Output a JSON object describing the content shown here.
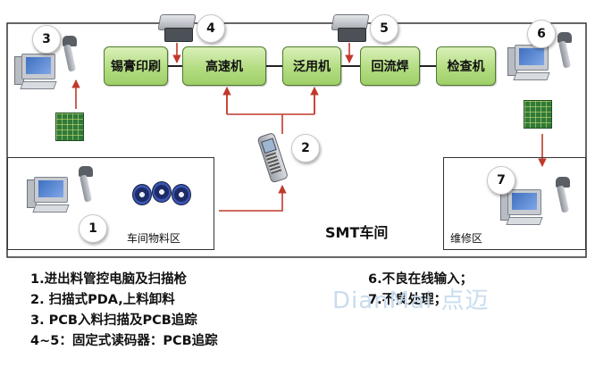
{
  "steps": {
    "s1": "锡膏印刷",
    "s2": "高速机",
    "s3": "泛用机",
    "s4": "回流焊",
    "s5": "检查机"
  },
  "markers": [
    "1",
    "2",
    "3",
    "4",
    "5",
    "6",
    "7"
  ],
  "areas": {
    "warehouse": "车间物料区",
    "workshop": "SMT车间",
    "repair": "维修区"
  },
  "legend": {
    "l1": "1.进出料管控电脑及扫描枪",
    "l2": "2. 扫描式PDA,上料卸料",
    "l3": "3. PCB入料扫描及PCB追踪",
    "l4": "4~5：固定式读码器：PCB追踪",
    "l6": "6.不良在线输入；",
    "l7": "7.不良处理；"
  },
  "watermark": "DianMai 点迈",
  "colors": {
    "arrow": "#c0392b",
    "step_fill": "#b4dd82",
    "frame": "#333333"
  },
  "icons": [
    "pc-icon",
    "barcode-scanner-icon",
    "pcb-board-icon",
    "fixed-reader-icon",
    "pda-icon",
    "reel-icon"
  ]
}
